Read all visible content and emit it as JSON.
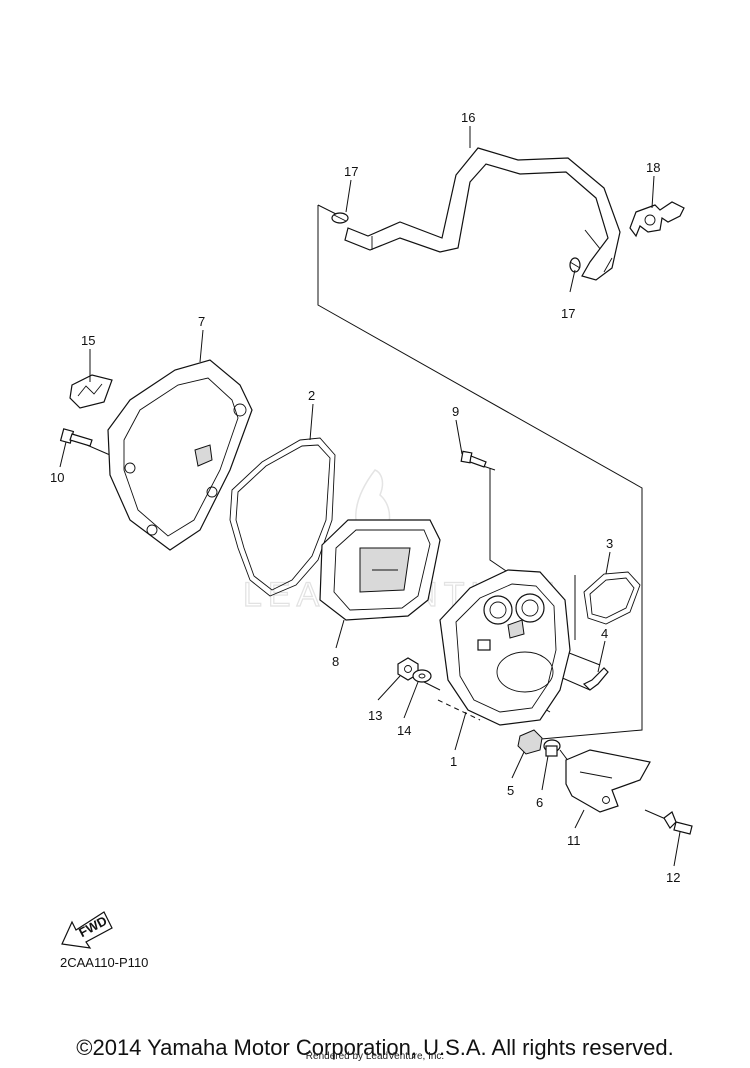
{
  "callouts": [
    {
      "id": "1",
      "label": "1"
    },
    {
      "id": "2",
      "label": "2"
    },
    {
      "id": "3",
      "label": "3"
    },
    {
      "id": "4",
      "label": "4"
    },
    {
      "id": "5",
      "label": "5"
    },
    {
      "id": "6",
      "label": "6"
    },
    {
      "id": "7",
      "label": "7"
    },
    {
      "id": "8",
      "label": "8"
    },
    {
      "id": "9",
      "label": "9"
    },
    {
      "id": "10",
      "label": "10"
    },
    {
      "id": "11",
      "label": "11"
    },
    {
      "id": "12",
      "label": "12"
    },
    {
      "id": "13",
      "label": "13"
    },
    {
      "id": "14",
      "label": "14"
    },
    {
      "id": "15",
      "label": "15"
    },
    {
      "id": "16",
      "label": "16"
    },
    {
      "id": "17a",
      "label": "17"
    },
    {
      "id": "17b",
      "label": "17"
    },
    {
      "id": "18",
      "label": "18"
    }
  ],
  "fwd_label": "FWD",
  "watermark": "LEADVENTURE",
  "diagram_code": "2CAA110-P110",
  "copyright": "©2014 Yamaha Motor Corporation, U.S.A. All rights reserved.",
  "rendered_by": "Rendered by LeadVenture, Inc."
}
